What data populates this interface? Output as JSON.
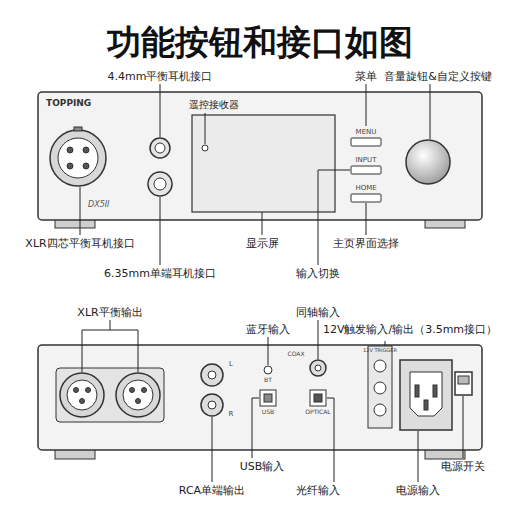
{
  "diagram": {
    "title": "功能按钮和接口如图",
    "labels": [
      "4.4mm平衡耳机接口",
      "菜单",
      "音量旋钮&自定义按键",
      "遥控接收器",
      "XLR四芯平衡耳机接口",
      "显示屏",
      "主页界面选择",
      "6.35mm单端耳机接口",
      "输入切换",
      "XLR平衡输出",
      "同轴输入",
      "蓝牙输入",
      "12V触发输入/输出（3.5mm接口）",
      "RCA单端输出",
      "USB输入",
      "光纤输入",
      "电源输入",
      "电源开关",
      "TOPPING",
      "DX5II",
      "MENU",
      "INPUT",
      "HOME",
      "L",
      "R",
      "COAX",
      "BT",
      "USB",
      "OPTICAL",
      "12V TRIGGER"
    ]
  }
}
